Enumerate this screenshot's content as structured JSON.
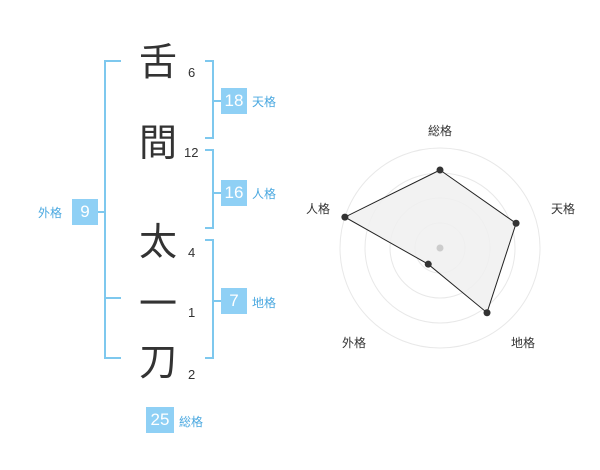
{
  "name": {
    "characters": [
      {
        "char": "舌",
        "strokes": "6"
      },
      {
        "char": "間",
        "strokes": "12"
      },
      {
        "char": "太",
        "strokes": "4"
      },
      {
        "char": "一",
        "strokes": "1"
      },
      {
        "char": "刀",
        "strokes": "2"
      }
    ]
  },
  "fortune": {
    "tenkaku": {
      "value": "18",
      "label": "天格"
    },
    "jinkaku": {
      "value": "16",
      "label": "人格"
    },
    "chikaku": {
      "value": "7",
      "label": "地格"
    },
    "gaikaku": {
      "value": "9",
      "label": "外格"
    },
    "soukaku": {
      "value": "25",
      "label": "総格"
    }
  },
  "radar": {
    "labels": {
      "soukaku": "総格",
      "tenkaku": "天格",
      "chikaku": "地格",
      "gaikaku": "外格",
      "jinkaku": "人格"
    },
    "scores": {
      "soukaku": 0.78,
      "tenkaku": 0.8,
      "chikaku": 0.8,
      "gaikaku": 0.2,
      "jinkaku": 1.0
    },
    "ring_count": 4
  },
  "colors": {
    "accent": "#8fd0f5",
    "accent_text": "#4aa8e0",
    "bracket": "#7ec8ee",
    "ring": "#e8e8e8",
    "fill": "#f0f0f0",
    "outline": "#222222"
  }
}
